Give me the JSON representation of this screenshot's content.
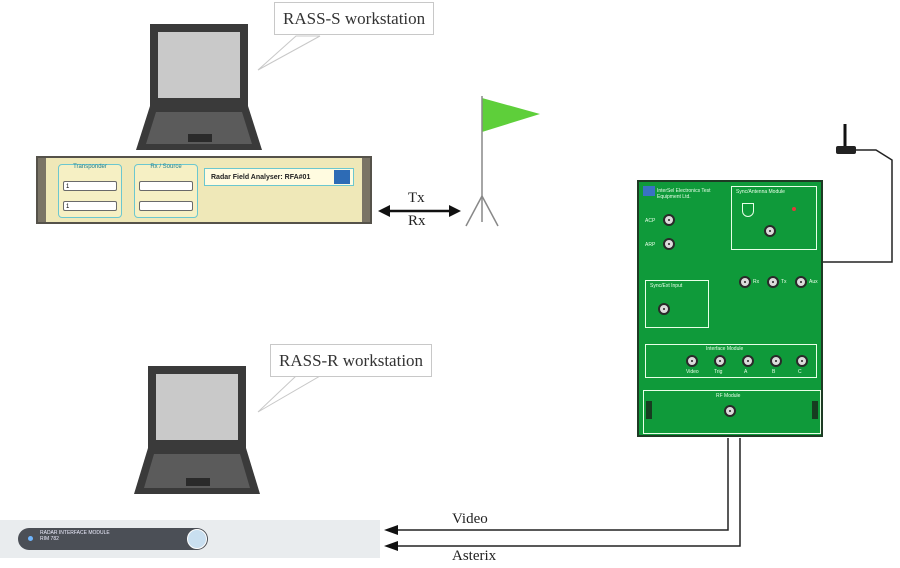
{
  "labels": {
    "rass_s": "RASS-S workstation",
    "rass_r": "RASS-R workstation",
    "tx": "Tx",
    "rx": "Rx",
    "video": "Video",
    "asterix": "Asterix"
  },
  "rfa": {
    "group1_title": "Transponder",
    "group2_title": "Rx / Source",
    "group1_sel1": "1",
    "group1_sel2": "1",
    "group2_sel1": "",
    "group2_sel2": "",
    "main_label": "Radar Field Analyser: RFA#01"
  },
  "board": {
    "brand": "InterSel Electronics Test Equipment Ltd.",
    "sync_panel": "Sync/Antenna Module",
    "synch_panel": "Sync/Ext Input",
    "interface_panel": "Interface Module",
    "rf_panel": "RF Module",
    "left_conn_labels": [
      "ACP",
      "ARP"
    ],
    "top_conn_labels": [
      "Rx",
      "Tx",
      "Aux"
    ],
    "bottom_conn_labels": [
      "Video",
      "Trig",
      "A",
      "B",
      "C"
    ]
  },
  "rim": {
    "line1": "RADAR INTERFACE MODULE",
    "line2": "RIM 782"
  },
  "colors": {
    "board_green": "#0f9a3a",
    "flag_green": "#5ecf3a",
    "laptop_dark": "#3a3a3a",
    "laptop_screen": "#c9c9c9",
    "rack_cream": "#efe8b8"
  }
}
